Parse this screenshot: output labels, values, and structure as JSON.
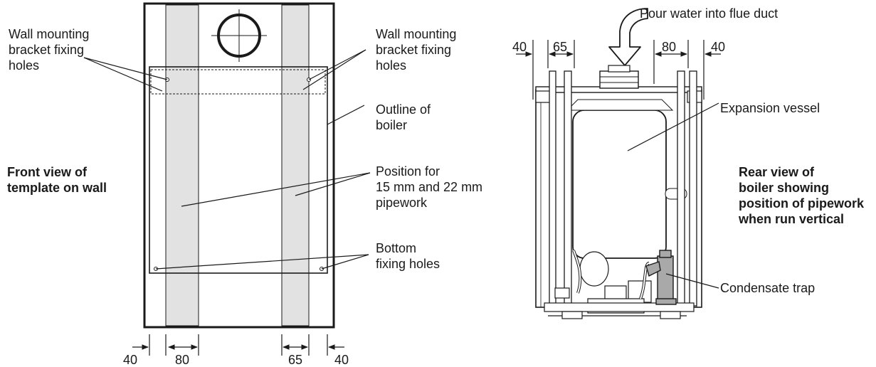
{
  "front_view": {
    "title_lines": [
      "Front view of",
      "template on wall"
    ],
    "labels": {
      "bracket_left": [
        "Wall mounting",
        "bracket fixing",
        "holes"
      ],
      "bracket_right": [
        "Wall mounting",
        "bracket fixing",
        "holes"
      ],
      "outline": [
        "Outline of",
        "boiler"
      ],
      "pipework": [
        "Position for",
        "15 mm and 22 mm",
        "pipework"
      ],
      "bottom": [
        "Bottom",
        "fixing holes"
      ]
    },
    "dimensions": [
      "40",
      "80",
      "65",
      "40"
    ]
  },
  "rear_view": {
    "title_lines": [
      "Rear view of",
      "boiler showing",
      "position of pipework",
      "when run vertical"
    ],
    "labels": {
      "pour": "Pour water into flue duct",
      "expansion": "Expansion vessel",
      "condensate": "Condensate trap"
    },
    "dimensions": [
      "40",
      "65",
      "80",
      "40"
    ]
  },
  "colors": {
    "line": "#1a1a1a",
    "pipe_band": "#e2e2e2",
    "trap_fill": "#a9a9a9"
  }
}
